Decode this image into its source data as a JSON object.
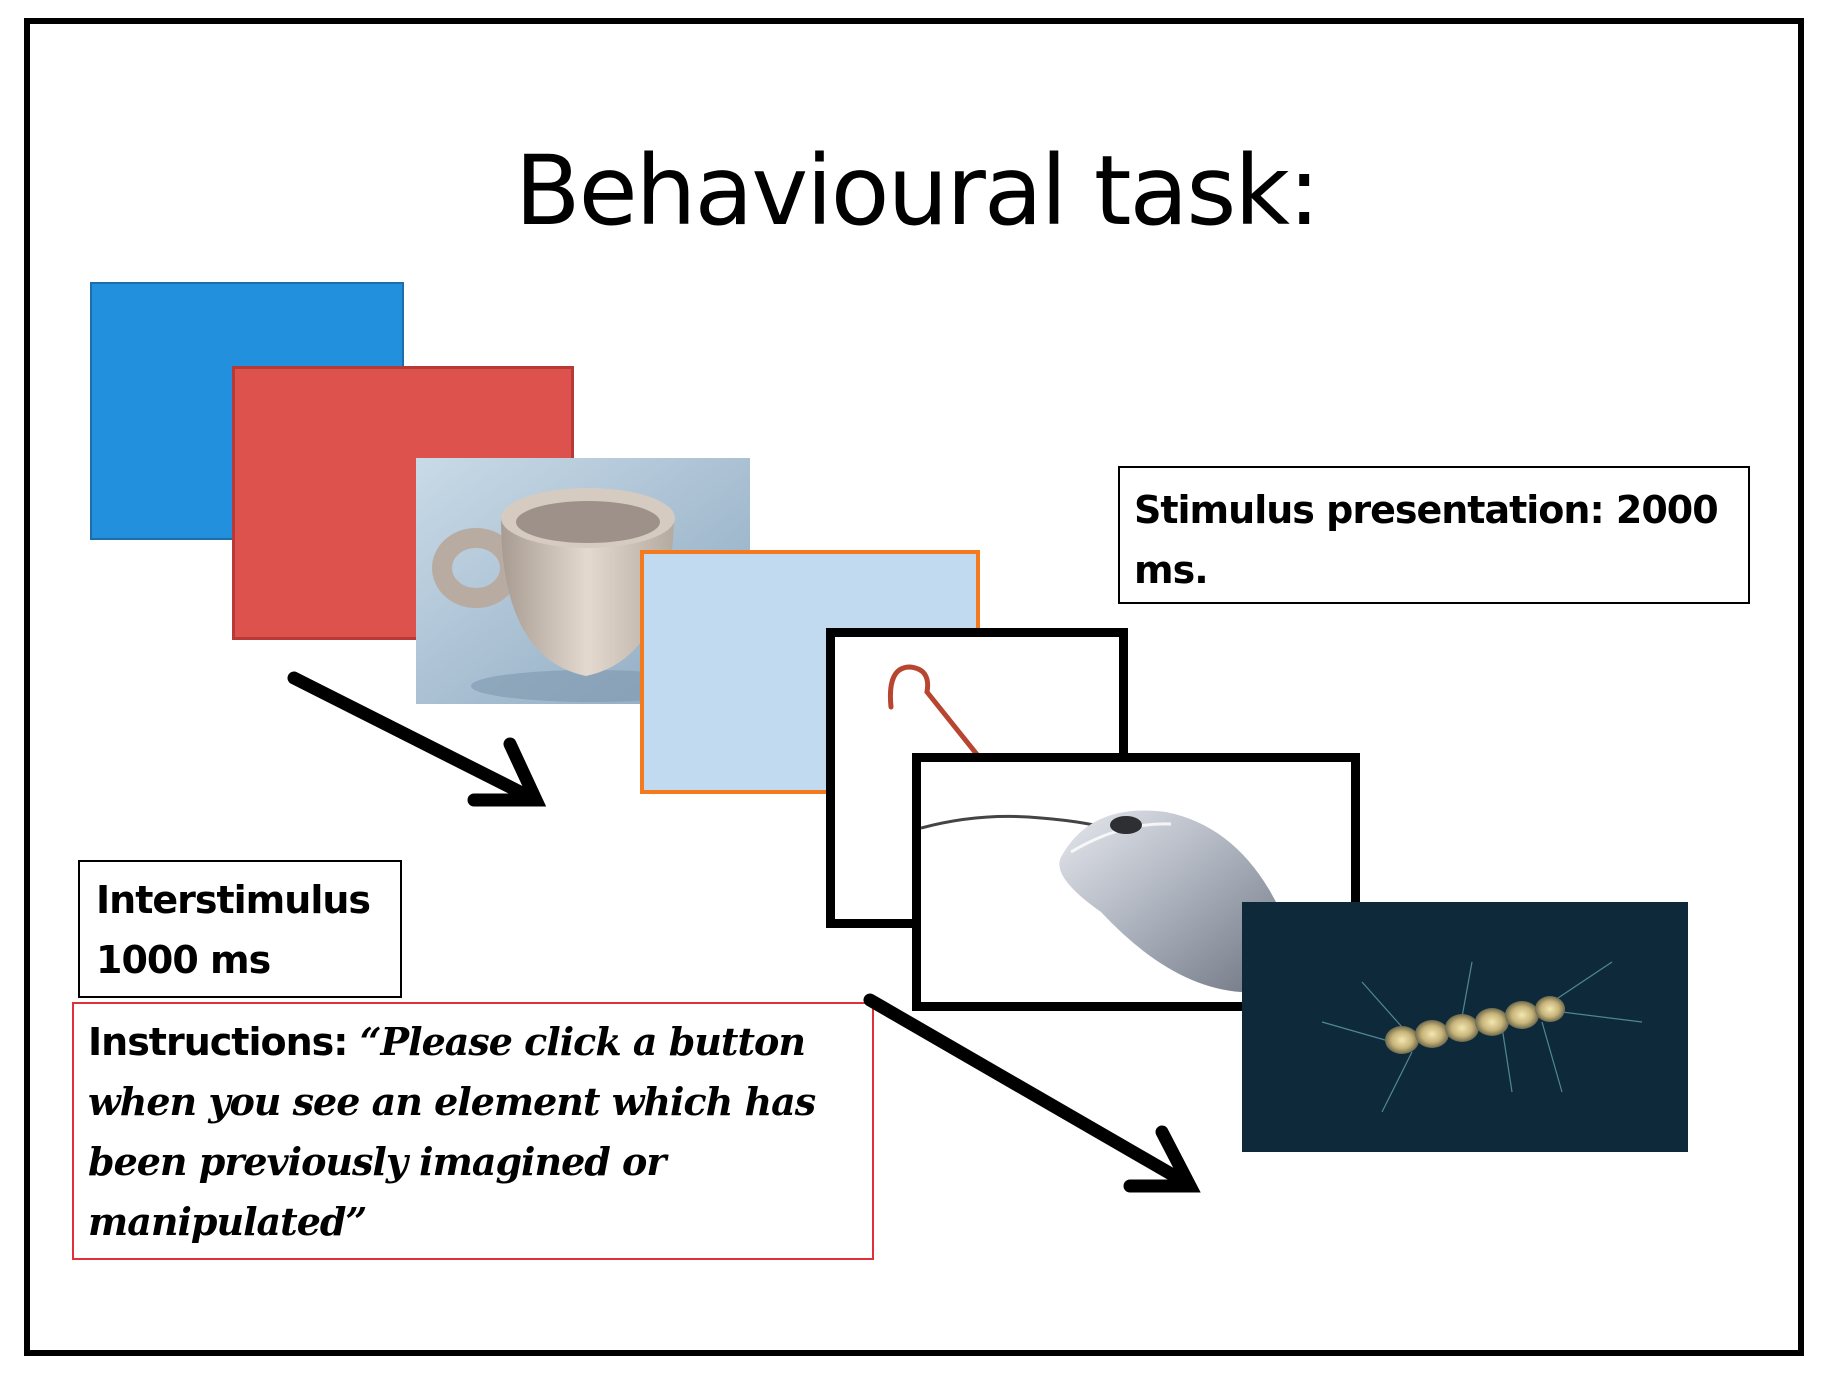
{
  "title": "Behavioural task:",
  "stimulus_label": "Stimulus presentation: 2000 ms.",
  "interstimulus_label_line1": "Interstimulus",
  "interstimulus_label_line2": "1000 ms",
  "instructions_prefix": "Instructions:",
  "instructions_quote": "“Please click a button when you see an element which has been previously imagined or manipulated”",
  "colors": {
    "blue_card": "#2290dc",
    "red_card": "#dd524d",
    "light_blue_card": "#c2daf0",
    "orange_border": "#f47a20",
    "instructions_border": "#e0303a",
    "dark_card": "#0e2a3a"
  },
  "icons": [
    "cup-image",
    "cane-image",
    "mouse-image",
    "diatom-image"
  ]
}
